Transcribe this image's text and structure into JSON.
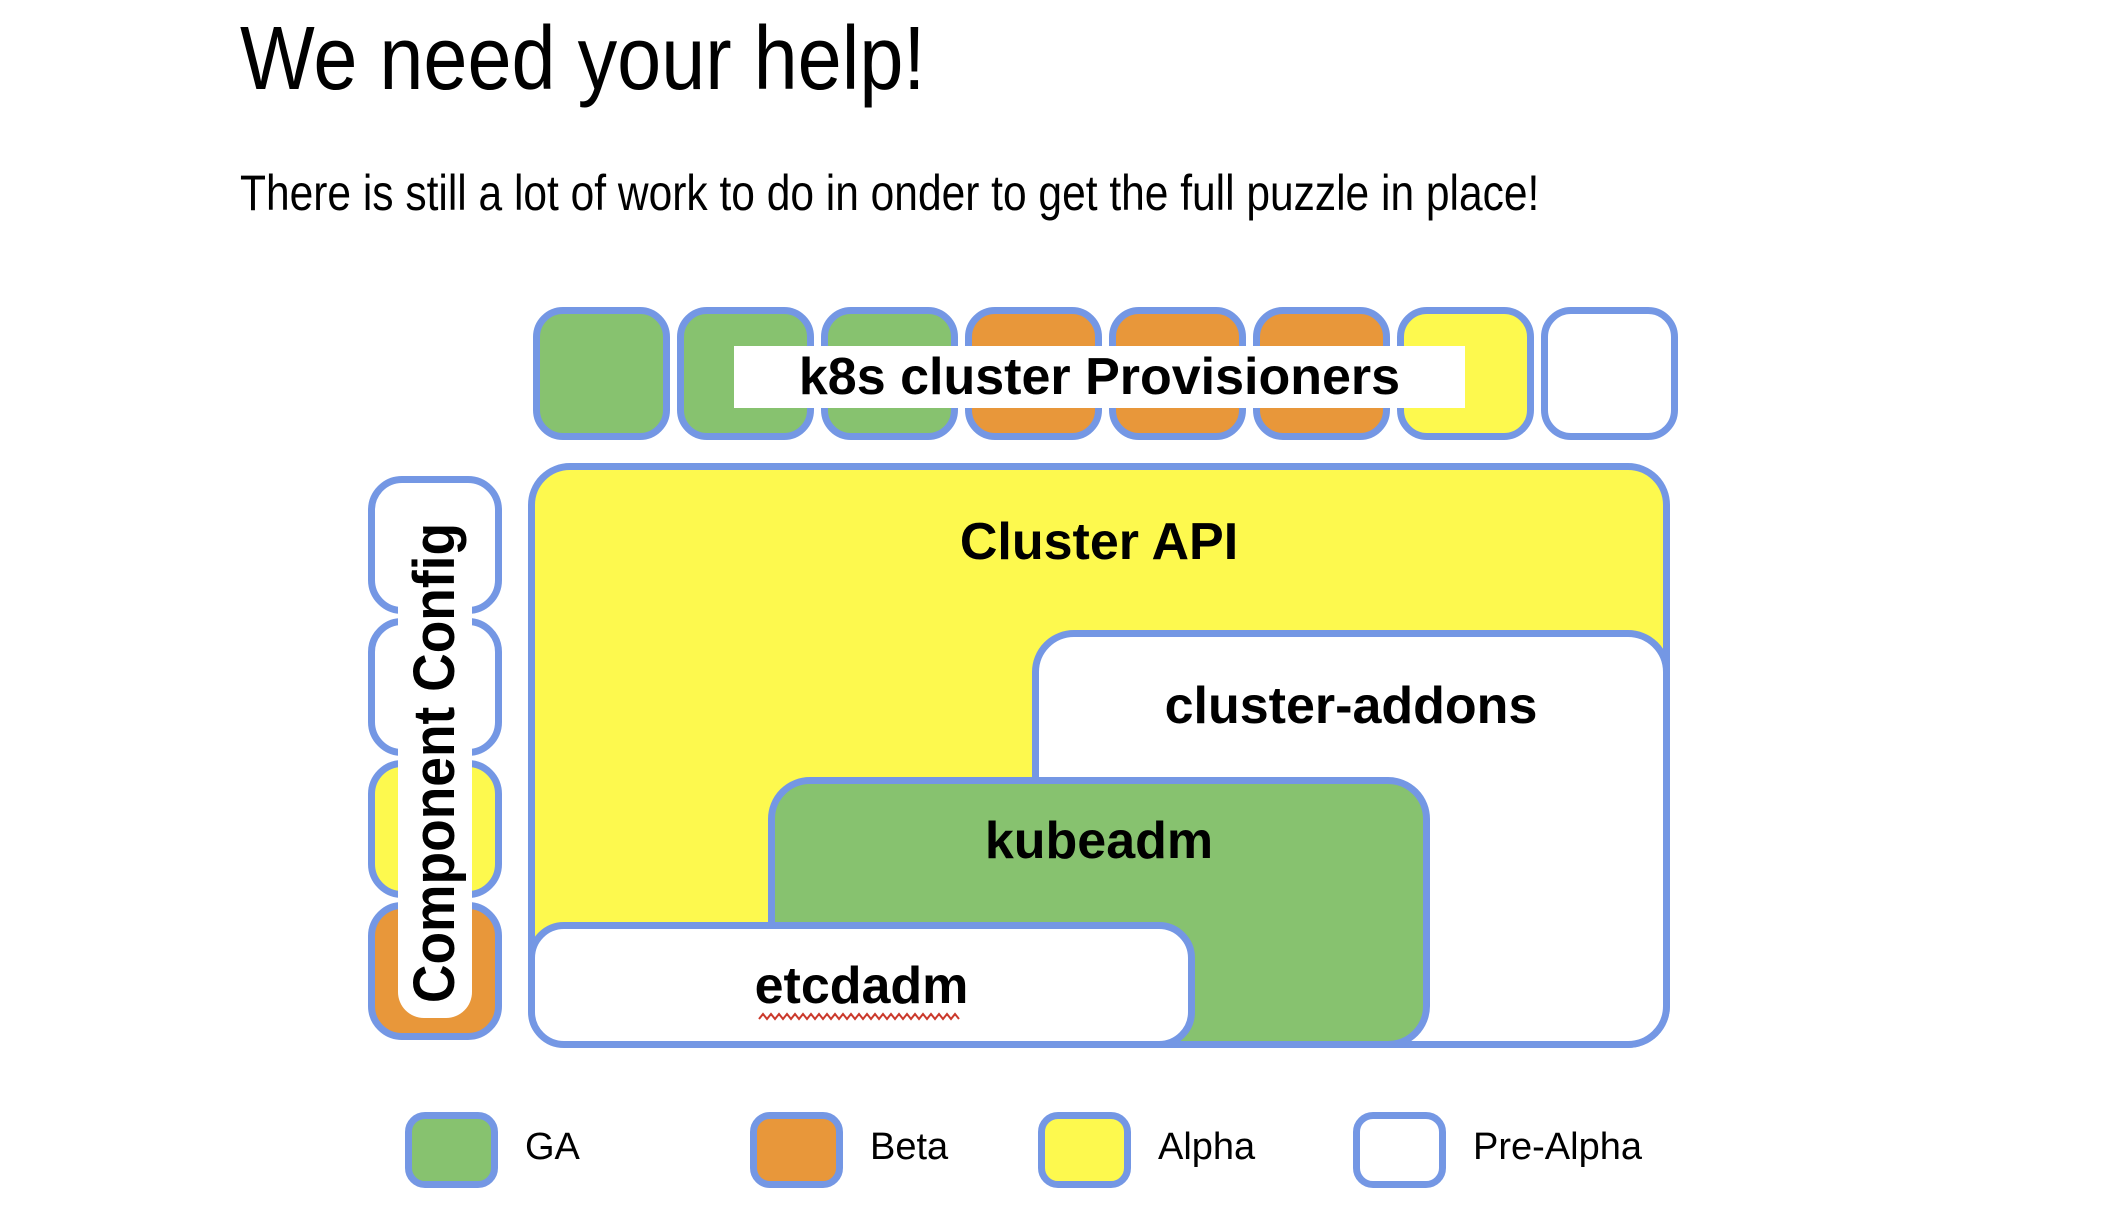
{
  "slide": {
    "title": "We need your help!",
    "subtitle": "There is still a lot of work to do in onder to get the full puzzle in place!"
  },
  "colors": {
    "ga": "#87c26f",
    "beta": "#e8973a",
    "alpha": "#fdf94e",
    "pre_alpha": "#ffffff",
    "border": "#7497e4",
    "text": "#000000",
    "spellcheck": "#cb3a2c"
  },
  "provisioners": {
    "label": "k8s cluster Provisioners",
    "squares": [
      "ga",
      "ga",
      "ga",
      "beta",
      "beta",
      "beta",
      "alpha",
      "pre_alpha"
    ]
  },
  "component_config": {
    "label": "Component Config",
    "squares": [
      "pre_alpha",
      "pre_alpha",
      "alpha",
      "beta"
    ]
  },
  "blocks": [
    {
      "label": "Cluster API",
      "status": "alpha"
    },
    {
      "label": "cluster-addons",
      "status": "pre_alpha"
    },
    {
      "label": "kubeadm",
      "status": "ga"
    },
    {
      "label": "etcdadm",
      "status": "pre_alpha",
      "spellcheck_underline": true
    }
  ],
  "legend": [
    {
      "label": "GA",
      "status": "ga"
    },
    {
      "label": "Beta",
      "status": "beta"
    },
    {
      "label": "Alpha",
      "status": "alpha"
    },
    {
      "label": "Pre-Alpha",
      "status": "pre_alpha"
    }
  ]
}
